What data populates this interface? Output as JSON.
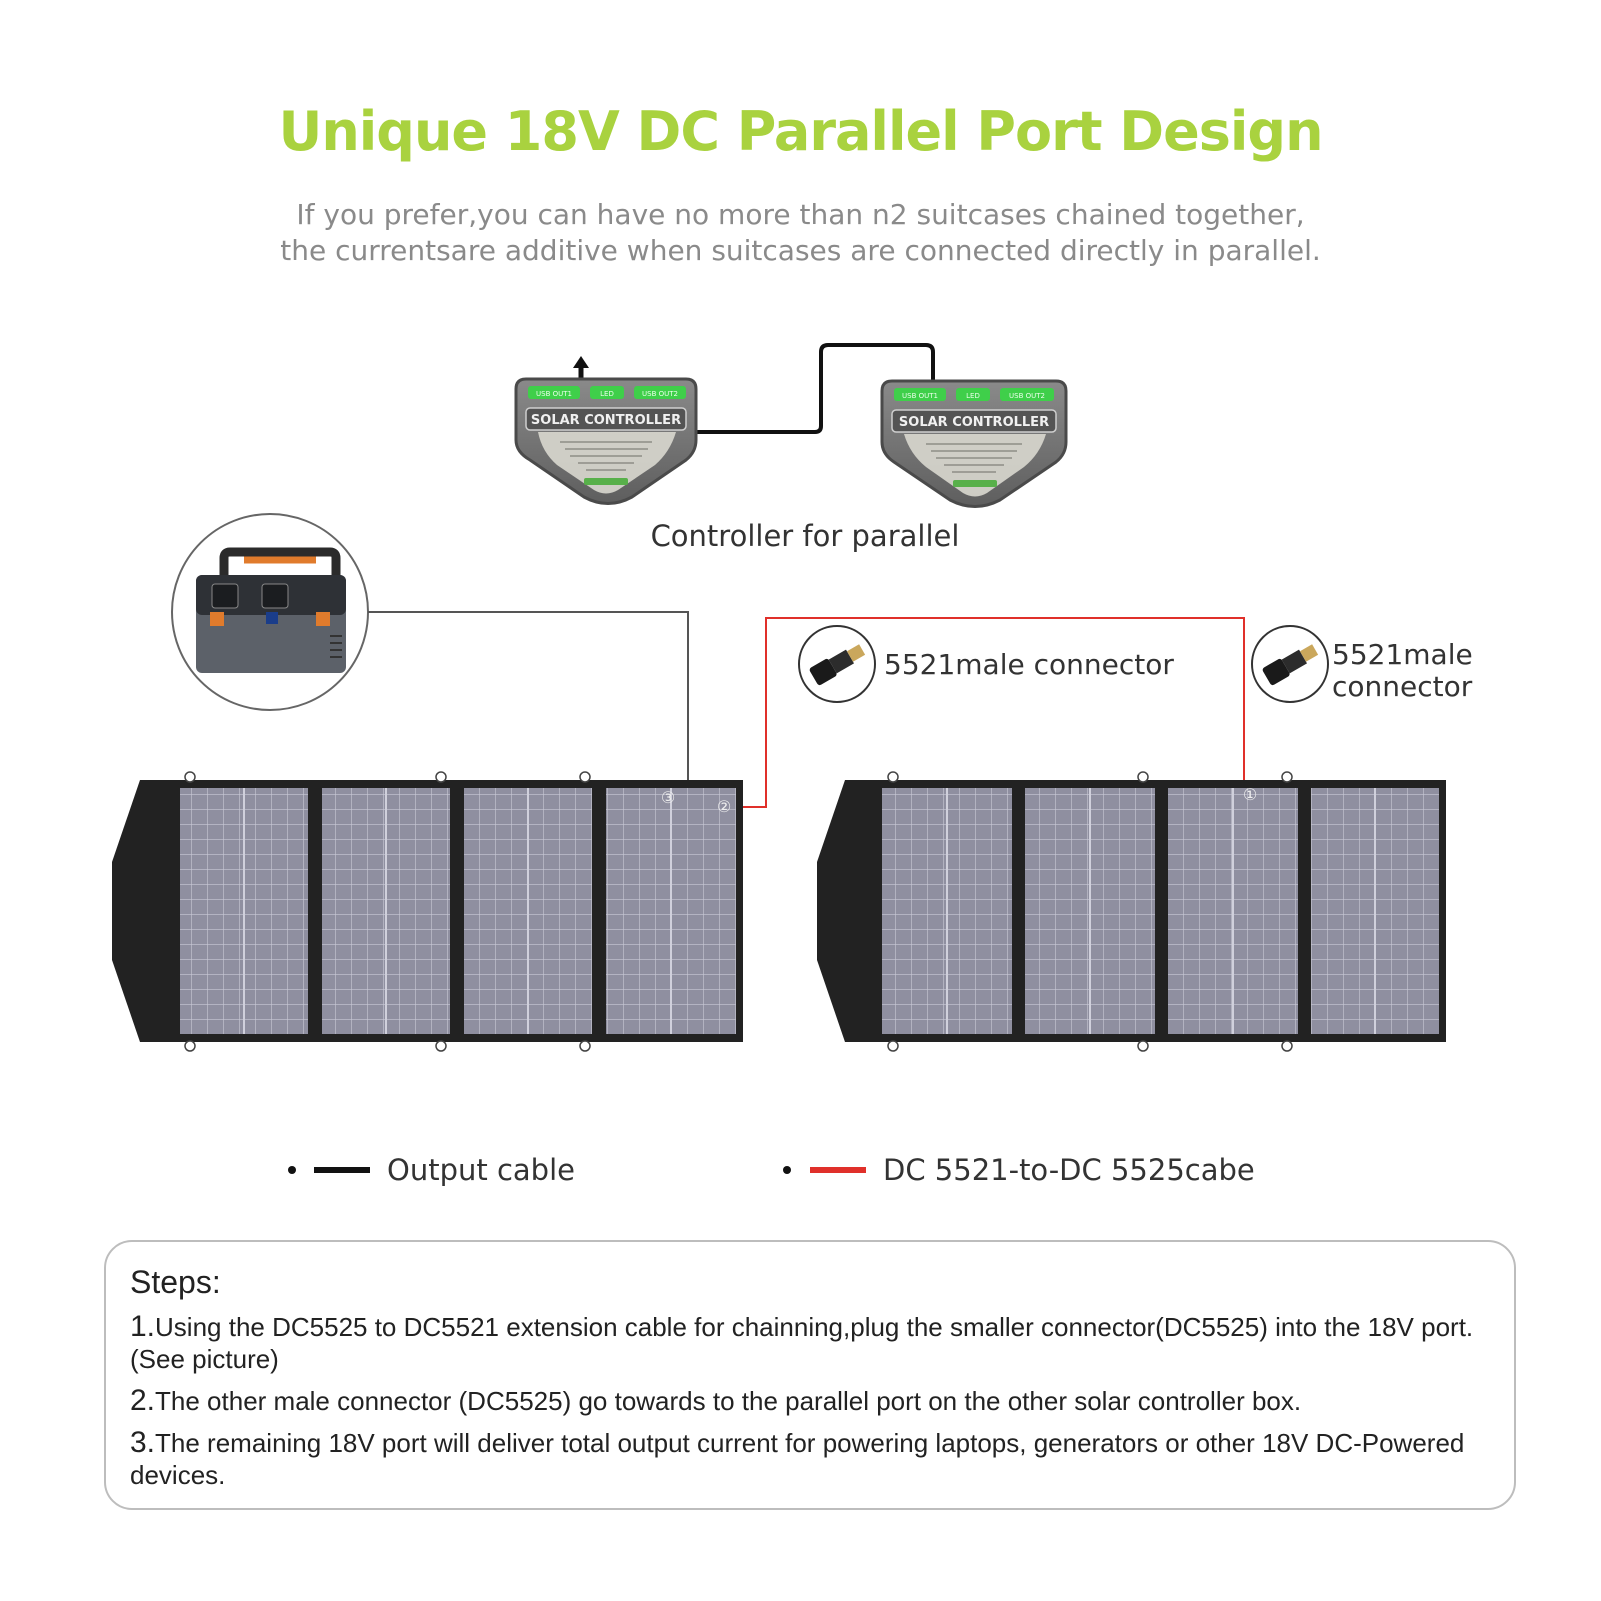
{
  "header": {
    "title": "Unique 18V DC Parallel Port Design",
    "subtitle_line1": "If you prefer,you can have no more than n2 suitcases chained together,",
    "subtitle_line2": "the currentsare additive when suitcases are connected directly in parallel."
  },
  "controllers": {
    "label": "Controller for parallel",
    "box_title": "SOLAR CONTROLLER",
    "ports": [
      "USB OUT1",
      "LED",
      "USB OUT2"
    ]
  },
  "connectors": {
    "left_label": "5521male connector",
    "right_label_line1": "5521male",
    "right_label_line2": "connector"
  },
  "port_markers": [
    "①",
    "②",
    "③"
  ],
  "legend": {
    "output_cable": "Output cable",
    "dc_cable": "DC 5521-to-DC 5525cabe"
  },
  "steps": {
    "title": "Steps:",
    "items": [
      {
        "num": "1.",
        "text": "Using the DC5525 to DC5521 extension cable for chainning,plug the smaller connector(DC5525) into the 18V port. (See picture)"
      },
      {
        "num": "2.",
        "text": "The other male connector (DC5525) go towards to the parallel port on the other solar controller box."
      },
      {
        "num": "3.",
        "text": "The remaining 18V port will deliver total output current for powering laptops, generators or other 18V DC-Powered devices."
      }
    ]
  },
  "colors": {
    "accent": "#a9d23f",
    "output_cable": "#111111",
    "dc_cable": "#e0302a",
    "panel_cell": "#8f8fa0"
  }
}
